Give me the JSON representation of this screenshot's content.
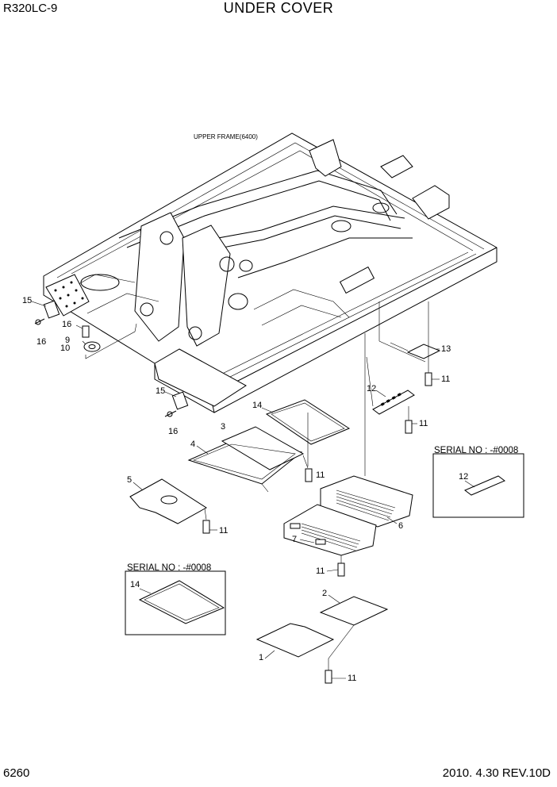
{
  "header": {
    "model": "R320LC-9",
    "title": "UNDER COVER"
  },
  "footer": {
    "page_number": "6260",
    "revision": "2010. 4.30 REV.10D"
  },
  "frame_label": "UPPER FRAME(6400)",
  "serial_boxes": [
    {
      "label": "SERIAL NO : -#0008",
      "part": "12"
    },
    {
      "label": "SERIAL NO : -#0008",
      "part": "14"
    }
  ],
  "callouts": {
    "p15a": "15",
    "p16a": "16",
    "p16b": "16",
    "p9": "9",
    "p10": "10",
    "p13": "13",
    "p11a": "11",
    "p12": "12",
    "p11b": "11",
    "p15b": "15",
    "p16c": "16",
    "p14": "14",
    "p3": "3",
    "p4": "4",
    "p11c": "11",
    "p5": "5",
    "p11d": "11",
    "p6": "6",
    "p7": "7",
    "p11e": "11",
    "p2": "2",
    "p1": "1",
    "p11f": "11"
  }
}
